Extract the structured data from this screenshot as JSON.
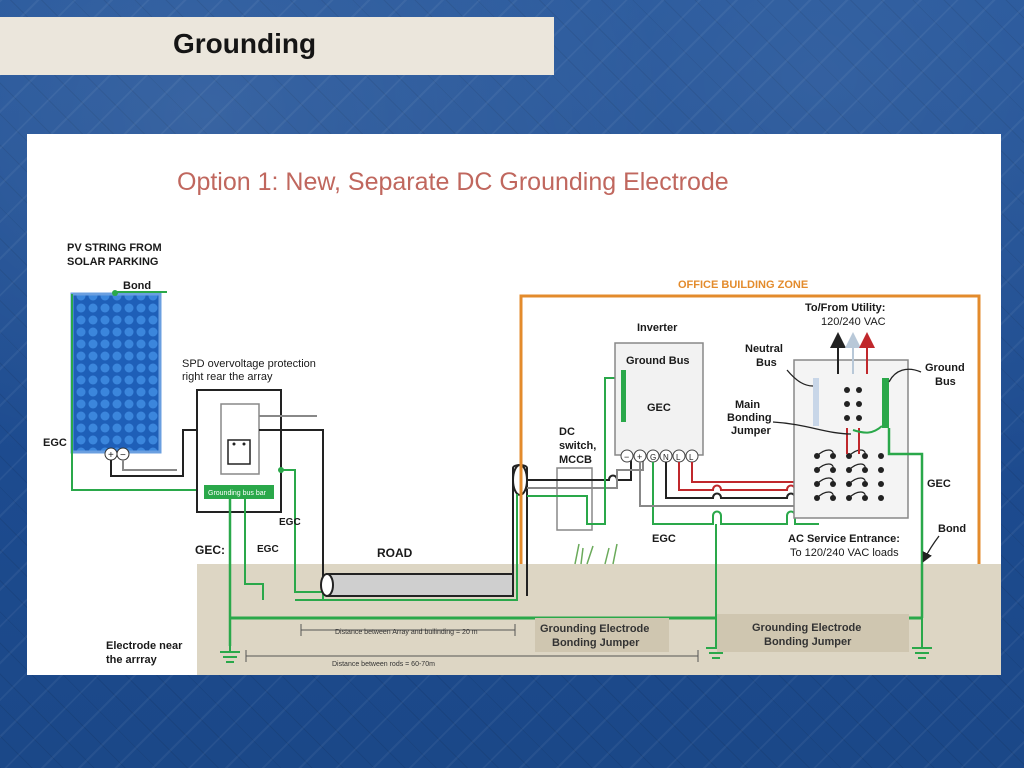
{
  "slide": {
    "title": "Grounding"
  },
  "diagram": {
    "heading": "Option 1: New, Separate DC Grounding Electrode",
    "pv_string_line1": "PV STRING FROM",
    "pv_string_line2": "SOLAR PARKING",
    "bond_pv": "Bond",
    "egc_left": "EGC",
    "spd_line1": "SPD overvoltage protection",
    "spd_line2": "right rear the array",
    "grounding_bus_bar": "Grounding bus bar",
    "egc_combiner": "EGC",
    "egc_under": "EGC",
    "gec_left": "GEC:",
    "road": "ROAD",
    "office_zone": "OFFICE BUILDING ZONE",
    "inverter": "Inverter",
    "ground_bus_inv": "Ground Bus",
    "gec_inv": "GEC",
    "dc_switch_line1": "DC",
    "dc_switch_line2": "switch,",
    "dc_switch_line3": "MCCB",
    "egc_mid": "EGC",
    "utility_line1": "To/From Utility:",
    "utility_line2": "120/240 VAC",
    "neutral_bus_line1": "Neutral",
    "neutral_bus_line2": "Bus",
    "main_bonding_line1": "Main",
    "main_bonding_line2": "Bonding",
    "main_bonding_line3": "Jumper",
    "ground_bus_line1": "Ground",
    "ground_bus_line2": "Bus",
    "gec_right": "GEC",
    "bond_right": "Bond",
    "ac_service_line1": "AC Service Entrance:",
    "ac_service_line2": "To 120/240 VAC loads",
    "electrode_line1": "Electrode near",
    "electrode_line2": "the arrray",
    "distance_array_building": "Distance between Array and builinding = 20 m",
    "distance_rods": "Distance between rods = 60-70m",
    "gebj1_line1": "Grounding Electrode",
    "gebj1_line2": "Bonding Jumper",
    "gebj2_line1": "Grounding Electrode",
    "gebj2_line2": "Bonding Jumper",
    "terminals": [
      "−",
      "+",
      "G",
      "N",
      "L",
      "L"
    ]
  },
  "colors": {
    "ground_wire": "#2aa84a",
    "hot_wire": "#c0282c",
    "office_zone_border": "#e38b2c",
    "heading": "#c0675e",
    "panel_blue": "#2e6fc4",
    "soil": "#ddd6c4"
  }
}
